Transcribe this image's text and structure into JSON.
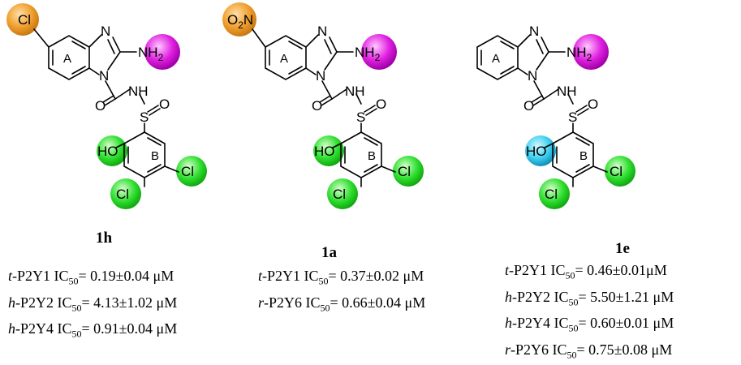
{
  "structures": [
    {
      "ring_a": "A",
      "ring_b": "B",
      "substituent": "Cl",
      "amine": "NH",
      "amine_sub": "2",
      "nh": "NH",
      "o": "O",
      "s": "S",
      "oh": "HO",
      "cl1": "Cl",
      "cl2": "Cl",
      "compound": "1h",
      "activities": [
        {
          "prefix": "t",
          "target": "-P2Y1 IC",
          "sub": "50",
          "value": "= 0.19±0.04 μM"
        },
        {
          "prefix": "h",
          "target": "-P2Y2 IC",
          "sub": "50",
          "value": "= 4.13±1.02 μM"
        },
        {
          "prefix": "h",
          "target": "-P2Y4 IC",
          "sub": "50",
          "value": "= 0.91±0.04 μM"
        }
      ]
    },
    {
      "ring_a": "A",
      "ring_b": "B",
      "substituent": "O",
      "substituent_sub": "2",
      "substituent_tail": "N",
      "amine": "NH",
      "amine_sub": "2",
      "nh": "NH",
      "o": "O",
      "s": "S",
      "oh": "HO",
      "cl1": "Cl",
      "cl2": "Cl",
      "compound": "1a",
      "activities": [
        {
          "prefix": "t",
          "target": "-P2Y1 IC",
          "sub": "50",
          "value": "= 0.37±0.02 μM"
        },
        {
          "prefix": "r",
          "target": "-P2Y6 IC",
          "sub": "50",
          "value": "= 0.66±0.04 μM"
        }
      ]
    },
    {
      "ring_a": "A",
      "ring_b": "B",
      "amine": "NH",
      "amine_sub": "2",
      "nh": "NH",
      "o": "O",
      "s": "S",
      "oh": "HO",
      "cl1": "Cl",
      "cl2": "Cl",
      "compound": "1e",
      "activities": [
        {
          "prefix": "t",
          "target": "-P2Y1 IC",
          "sub": "50",
          "value": "= 0.46±0.01μM"
        },
        {
          "prefix": "h",
          "target": "-P2Y2 IC",
          "sub": "50",
          "value": "= 5.50±1.21 μM"
        },
        {
          "prefix": "h",
          "target": "-P2Y4 IC",
          "sub": "50",
          "value": "= 0.60±0.01 μM"
        },
        {
          "prefix": "r",
          "target": "-P2Y6 IC",
          "sub": "50",
          "value": "= 0.75±0.08 μM"
        }
      ]
    }
  ],
  "highlight_colors": {
    "substituent": "#f0a030",
    "amine": "#e020e0",
    "hydrophobic": "#30e030",
    "hydroxyl_alt": "#40d0f0"
  }
}
